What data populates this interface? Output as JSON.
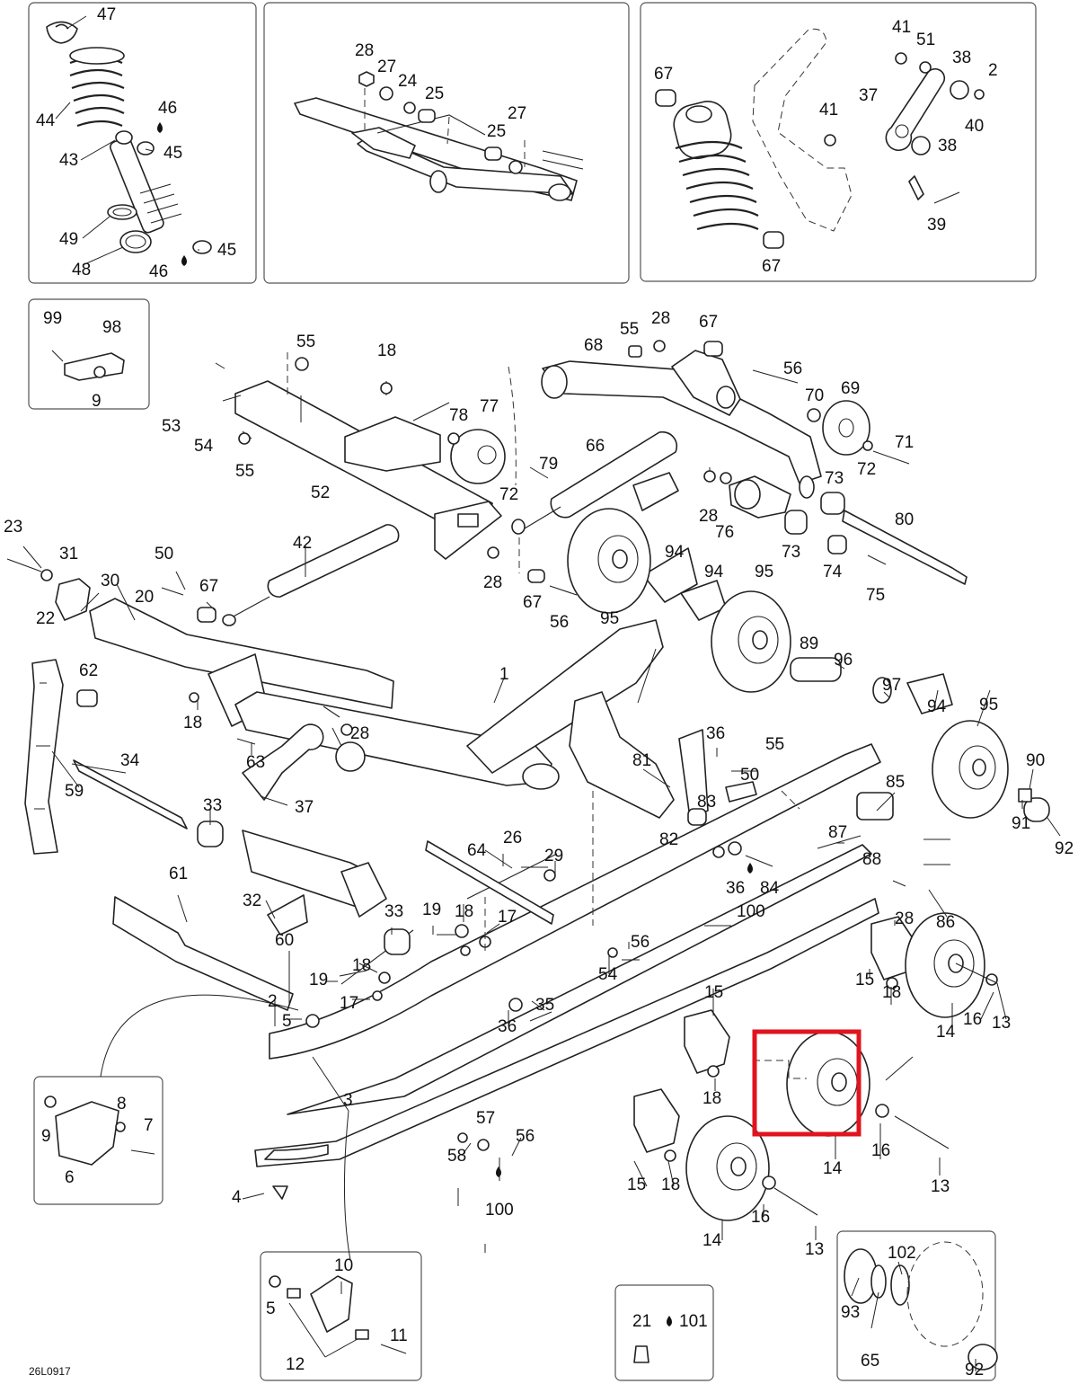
{
  "drawing_code": "26L0917",
  "highlight_part": "14",
  "colors": {
    "highlight": "#e0141e",
    "line": "#222222"
  },
  "callouts": {
    "c47": "47",
    "c44": "44",
    "c46a": "46",
    "c43": "43",
    "c45a": "45",
    "c49": "49",
    "c48": "48",
    "c46b": "46",
    "c45b": "45",
    "c28a": "28",
    "c27a": "27",
    "c24": "24",
    "c25a": "25",
    "c25b": "25",
    "c27b": "27",
    "c41a": "41",
    "c51": "51",
    "c38a": "38",
    "c2a": "2",
    "c67a": "67",
    "c37a": "37",
    "c40": "40",
    "c41b": "41",
    "c38b": "38",
    "c39": "39",
    "c67b": "67",
    "c99": "99",
    "c98": "98",
    "c9a": "9",
    "c55a": "55",
    "c18a": "18",
    "c53": "53",
    "c54a": "54",
    "c55b": "55",
    "c52": "52",
    "c78": "78",
    "c77": "77",
    "c79": "79",
    "c72a": "72",
    "c66": "66",
    "c55c": "55",
    "c28b": "28",
    "c67c": "67",
    "c68": "68",
    "c56a": "56",
    "c70": "70",
    "c69": "69",
    "c71": "71",
    "c72b": "72",
    "c73a": "73",
    "c28c": "28",
    "c76": "76",
    "c73b": "73",
    "c74": "74",
    "c75": "75",
    "c80": "80",
    "c42": "42",
    "c23": "23",
    "c31": "31",
    "c22": "22",
    "c50a": "50",
    "c67d": "67",
    "c30": "30",
    "c20": "20",
    "c28d": "28",
    "c67e": "67",
    "c56b": "56",
    "c95a": "95",
    "c94a": "94",
    "c94b": "94",
    "c95b": "95",
    "c62": "62",
    "c18b": "18",
    "c28e": "28",
    "c63": "63",
    "c1": "1",
    "c89": "89",
    "c96": "96",
    "c97": "97",
    "c94c": "94",
    "c95c": "95",
    "c34": "34",
    "c59": "59",
    "c37b": "37",
    "c33a": "33",
    "c36a": "36",
    "c55d": "55",
    "c50b": "50",
    "c81": "81",
    "c85": "85",
    "c90": "90",
    "c91": "91",
    "c92a": "92",
    "c83": "83",
    "c82": "82",
    "c87": "87",
    "c88": "88",
    "c86": "86",
    "c26": "26",
    "c29": "29",
    "c64": "64",
    "c36b": "36",
    "c84": "84",
    "c100a": "100",
    "c28f": "28",
    "c61": "61",
    "c32": "32",
    "c33b": "33",
    "c19a": "19",
    "c18c": "18",
    "c17a": "17",
    "c60": "60",
    "c56c": "56",
    "c54b": "54",
    "c19b": "19",
    "c18d": "18",
    "c17b": "17",
    "c35": "35",
    "c36c": "36",
    "c15a": "15",
    "c18e": "18",
    "c14a": "14",
    "c16a": "16",
    "c13a": "13",
    "c2b": "2",
    "c5a": "5",
    "c15b": "15",
    "c18f": "18",
    "c14b": "14",
    "c16b": "16",
    "c13b": "13",
    "c9b": "9",
    "c8": "8",
    "c7": "7",
    "c6": "6",
    "c3": "3",
    "c57": "57",
    "c58": "58",
    "c56d": "56",
    "c100b": "100",
    "c15c": "15",
    "c18g": "18",
    "c14c": "14",
    "c16c": "16",
    "c13c": "13",
    "c4": "4",
    "c10": "10",
    "c5b": "5",
    "c11": "11",
    "c12": "12",
    "c21": "21",
    "c101": "101",
    "c93": "93",
    "c102": "102",
    "c65": "65",
    "c92b": "92"
  }
}
